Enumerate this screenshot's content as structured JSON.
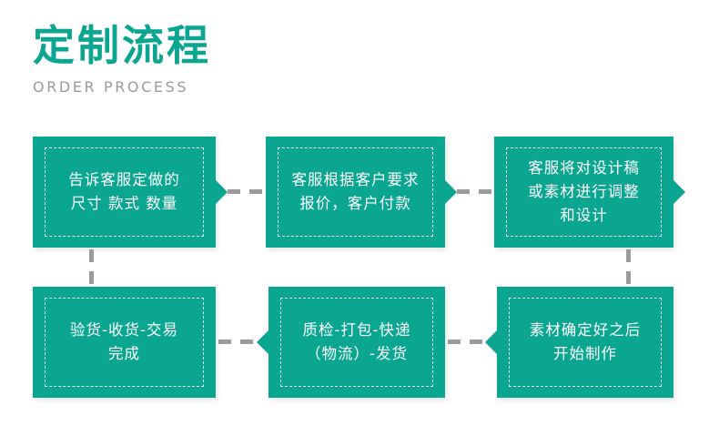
{
  "header": {
    "title": "定制流程",
    "subtitle": "ORDER PROCESS",
    "title_color": "#0BA68F",
    "subtitle_color": "#9a9a9a"
  },
  "theme": {
    "box_fill": "#0BA68F",
    "box_text_color": "#ffffff",
    "inner_border_color": "#ffffff",
    "connector_color": "#9b9b9b",
    "background": "#ffffff"
  },
  "flow": {
    "steps": [
      {
        "id": "step-1",
        "order": 1,
        "text": "告诉客服定做的\n尺寸 款式 数量",
        "row": "top",
        "arrow": "right"
      },
      {
        "id": "step-2",
        "order": 2,
        "text": "客服根据客户要求\n报价，客户付款",
        "row": "top",
        "arrow": "right"
      },
      {
        "id": "step-3",
        "order": 3,
        "text": "客服将对设计稿\n或素材进行调整\n和设计",
        "row": "top",
        "arrow": "right"
      },
      {
        "id": "step-4",
        "order": 6,
        "text": "验货-收货-交易\n完成",
        "row": "bottom",
        "arrow": "none"
      },
      {
        "id": "step-5",
        "order": 5,
        "text": "质检-打包-快递\n（物流）-发货",
        "row": "bottom",
        "arrow": "left"
      },
      {
        "id": "step-6",
        "order": 4,
        "text": "素材确定好之后\n开始制作",
        "row": "bottom",
        "arrow": "left"
      }
    ]
  }
}
